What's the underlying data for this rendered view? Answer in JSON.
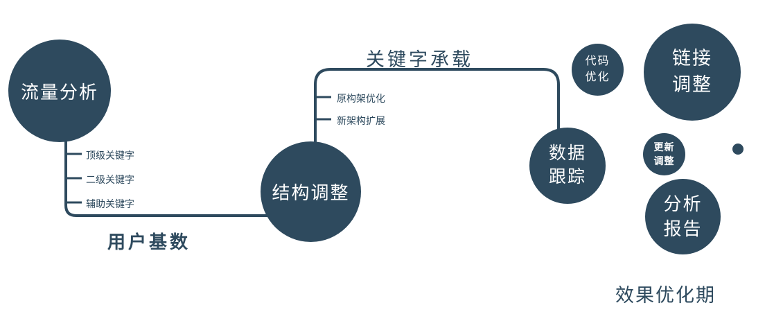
{
  "colors": {
    "primary": "#2e4a5e",
    "label": "#2e4a5e"
  },
  "nodes": {
    "traffic": {
      "label": "流量分析"
    },
    "structure": {
      "label": "结构调整"
    },
    "tracking": {
      "label": "数据\n跟踪"
    },
    "code": {
      "label": "代码\n优化"
    },
    "link": {
      "label": "链接\n调整"
    },
    "update": {
      "label": "更新\n调整"
    },
    "report": {
      "label": "分析\n报告"
    }
  },
  "edge_labels": {
    "user_base": "用户基数",
    "keyword_carry": "关键字承载"
  },
  "tick_labels": {
    "traffic": [
      "顶级关键字",
      "二级关键字",
      "辅助关键字"
    ],
    "structure": [
      "原构架优化",
      "新架构扩展"
    ]
  },
  "footer": "效果优化期"
}
